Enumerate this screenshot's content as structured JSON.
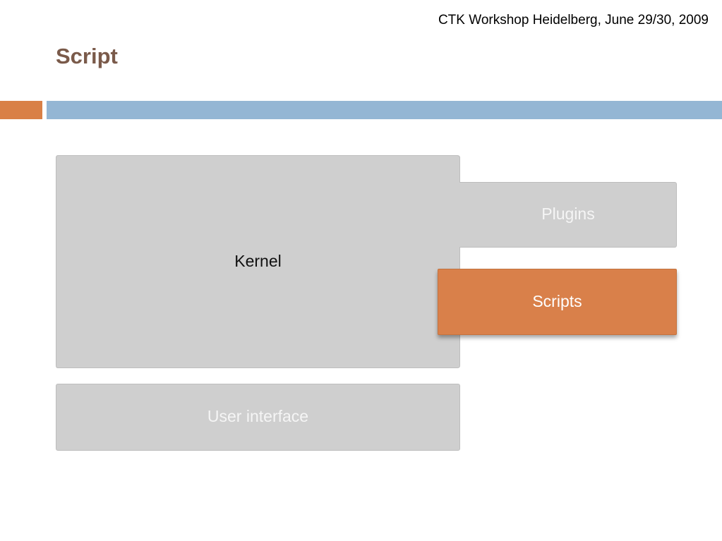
{
  "header": {
    "note": "CTK Workshop Heidelberg, June 29/30, 2009",
    "title": "Script"
  },
  "diagram": {
    "kernel": "Kernel",
    "plugins": "Plugins",
    "scripts": "Scripts",
    "user_interface": "User interface"
  },
  "colors": {
    "title": "#7a5a4a",
    "accent_orange": "#d98047",
    "accent_blue": "#94b6d4",
    "block_gray": "#cfcfcf",
    "highlight_orange": "#d9804a"
  }
}
